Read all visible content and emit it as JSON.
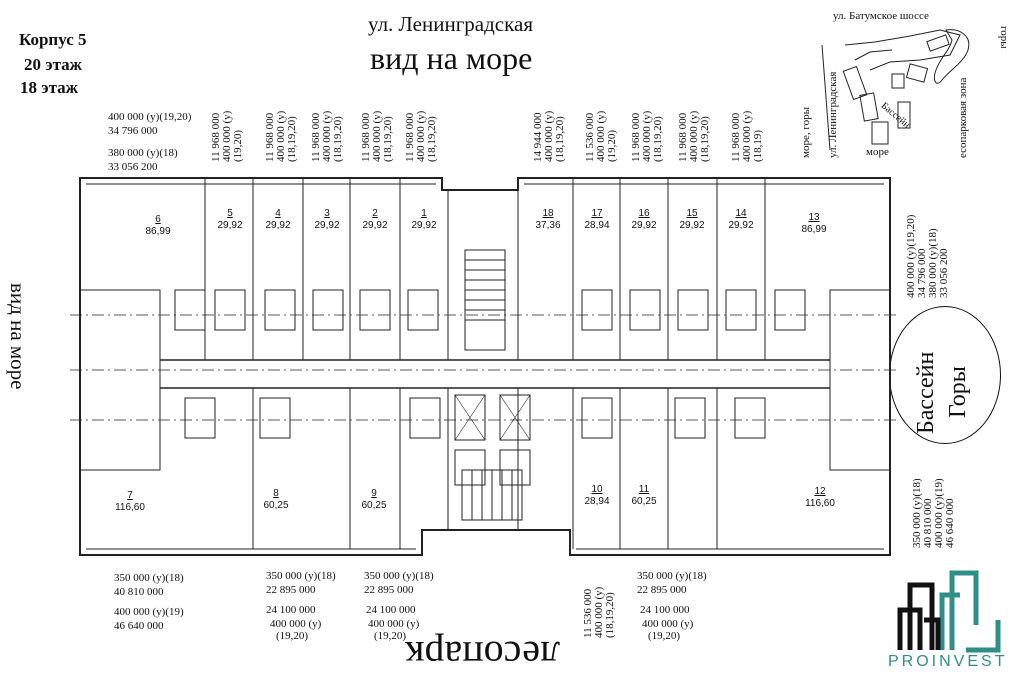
{
  "header": {
    "street_top": "ул. Ленинградская",
    "view_top": "вид на море",
    "building": "Корпус 5",
    "floor_a": "20 этаж",
    "floor_b": "18 этаж"
  },
  "sides": {
    "left": "вид на море",
    "bottom": "лесопарк"
  },
  "right_oval": {
    "line1": "Бассейн",
    "line2": "Горы"
  },
  "minimap": {
    "road": "ул. Батумское шоссе",
    "mountains": "горы",
    "sea_mountains": "море, горы",
    "street": "ул. Ленинградская",
    "park": "есопарковая зона",
    "pool": "Бассейн",
    "sea": "море"
  },
  "logo": {
    "text": "PROINVEST",
    "color": "#2f8f86"
  },
  "prices": {
    "top_left": [
      "400 000 (у)(19,20)",
      "34 796 000",
      "380 000 (у)(18)",
      "33 056 200"
    ],
    "top_mid": [
      "11 968 000\n400 000 (у)\n(19,20)",
      "11 968 000\n400 000 (у)\n(18,19,20)",
      "11 968 000\n400 000 (у)\n(18,19,20)",
      "11 968 000\n400 000 (у)\n(18,19,20)",
      "11 968 000\n400 000 (у)\n(18,19,20)"
    ],
    "top_right": [
      "14 944 000\n400 000 (у)\n(18,19,20)",
      "11 536 000\n400 000 (у)\n(19,20)",
      "11 968 000\n400 000 (у)\n(18,19,20)",
      "11 968 000\n400 000 (у)\n(18,19,20)",
      "11 968 000\n400 000 (у)\n(18,19)"
    ],
    "right_top": "400 000 (у)(19,20)\n34 796 000\n380 000 (у)(18)\n33 056 200",
    "right_bottom": "350 000 (у)(18)\n40 810 000\n400 000 (у)(19)\n46 640 000",
    "bottom_1": [
      "350 000 (у)(18)",
      "40 810 000",
      "400 000 (у)(19)",
      "46 640 000"
    ],
    "bottom_2": [
      "350 000 (у)(18)",
      "22 895 000",
      "24 100 000",
      "400 000 (у)",
      "(19,20)"
    ],
    "bottom_3": [
      "350 000 (у)(18)",
      "22 895 000",
      "24 100 000",
      "400 000 (у)",
      "(19,20)"
    ],
    "bottom_4": "11 536 000\n400 000 (у)\n(18,19,20)",
    "bottom_5": [
      "350 000 (у)(18)",
      "22 895 000",
      "24 100 000",
      "400 000 (у)",
      "(19,20)"
    ]
  },
  "apartments": [
    {
      "n": "6",
      "area": "86,99"
    },
    {
      "n": "5",
      "area": "29,92"
    },
    {
      "n": "4",
      "area": "29,92"
    },
    {
      "n": "3",
      "area": "29,92"
    },
    {
      "n": "2",
      "area": "29,92"
    },
    {
      "n": "1",
      "area": "29,92"
    },
    {
      "n": "18",
      "area": "37,36"
    },
    {
      "n": "17",
      "area": "28,94"
    },
    {
      "n": "16",
      "area": "29,92"
    },
    {
      "n": "15",
      "area": "29,92"
    },
    {
      "n": "14",
      "area": "29,92"
    },
    {
      "n": "13",
      "area": "86,99"
    },
    {
      "n": "7",
      "area": "116,60"
    },
    {
      "n": "8",
      "area": "60,25"
    },
    {
      "n": "9",
      "area": "60,25"
    },
    {
      "n": "10",
      "area": "28,94"
    },
    {
      "n": "11",
      "area": "60,25"
    },
    {
      "n": "12",
      "area": "116,60"
    }
  ]
}
